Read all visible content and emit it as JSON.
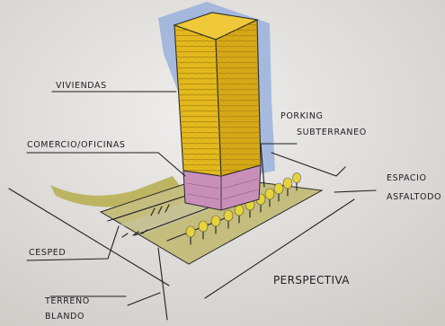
{
  "labels": {
    "viviendas": "VIVIENDAS",
    "comercio": "COMERCIO/OFICINAS",
    "parking_line1": "PORKING",
    "parking_line2": "SUBTERRANEO",
    "espacio_line1": "ESPACIO",
    "espacio_line2": "ASFALTODO",
    "cesped": "CESPED",
    "terreno_line1": "TERRENO",
    "terreno_line2": "BLANDO",
    "perspectiva": "PERSPECTIVA"
  },
  "colors": {
    "paper": "#ebe9e6",
    "tower_yellow": "#e3b81c",
    "tower_yellow_shade": "#c99c12",
    "commercial_pink": "#c98fbb",
    "ground_grass": "#c4bd7e",
    "sky_blue": "#8fa9dc",
    "tree_yellow": "#e6d33a",
    "ink": "#1e1e26"
  }
}
